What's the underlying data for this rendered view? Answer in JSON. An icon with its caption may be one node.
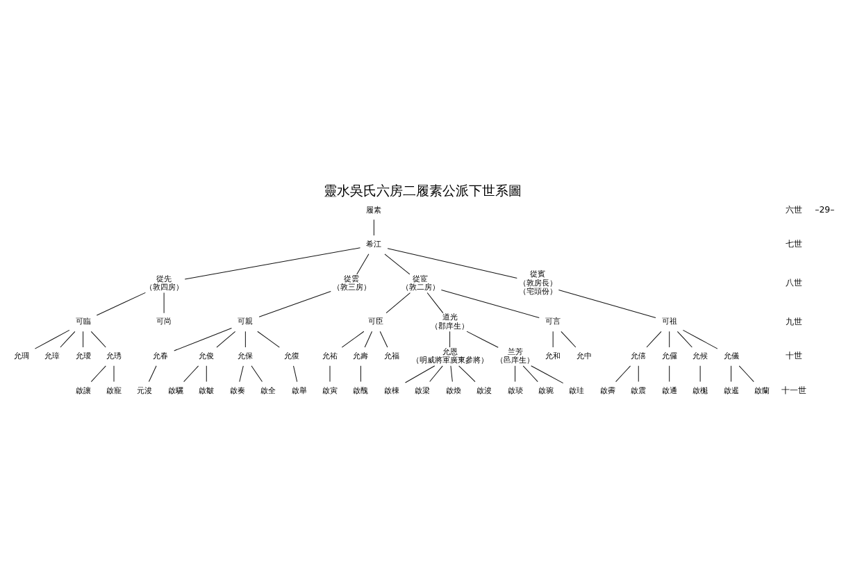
{
  "diagram": {
    "title": "靈水吳氏六房二履素公派下世系圖",
    "nodes": [
      {
        "text": [
          "履素"
        ]
      },
      {
        "text": [
          "希江"
        ]
      },
      {
        "text": [
          "從先",
          "（敦四房）"
        ]
      },
      {
        "text": [
          "從雲",
          "（敦三房）"
        ]
      },
      {
        "text": [
          "從宧",
          "（敦二房）"
        ]
      },
      {
        "text": [
          "從賓",
          "（敦房長）",
          "（宅頭份）"
        ]
      },
      {
        "text": [
          "可臨"
        ]
      },
      {
        "text": [
          "可尚"
        ]
      },
      {
        "text": [
          "可親"
        ]
      },
      {
        "text": [
          "可臣"
        ]
      },
      {
        "text": [
          "道光",
          "（郡庠生）"
        ]
      },
      {
        "text": [
          "可言"
        ]
      },
      {
        "text": [
          "可祖"
        ]
      },
      {
        "text": [
          "允琱"
        ]
      },
      {
        "text": [
          "允璋"
        ]
      },
      {
        "text": [
          "允璦"
        ]
      },
      {
        "text": [
          "允琇"
        ]
      },
      {
        "text": [
          "允春"
        ]
      },
      {
        "text": [
          "允俊"
        ]
      },
      {
        "text": [
          "允保"
        ]
      },
      {
        "text": [
          "允復"
        ]
      },
      {
        "text": [
          "允祐"
        ]
      },
      {
        "text": [
          "允壽"
        ]
      },
      {
        "text": [
          "允福"
        ]
      },
      {
        "text": [
          "允恩",
          "（明威將軍廣東參將）"
        ]
      },
      {
        "text": [
          "兰芳",
          "（邑庠生）"
        ]
      },
      {
        "text": [
          "允和"
        ]
      },
      {
        "text": [
          "允中"
        ]
      },
      {
        "text": [
          "允僖"
        ]
      },
      {
        "text": [
          "允儸"
        ]
      },
      {
        "text": [
          "允候"
        ]
      },
      {
        "text": [
          "允儀"
        ]
      },
      {
        "text": [
          "啟讓"
        ]
      },
      {
        "text": [
          "啟寵"
        ]
      },
      {
        "text": [
          "元浚"
        ]
      },
      {
        "text": [
          "啟驪"
        ]
      },
      {
        "text": [
          "啟皺"
        ]
      },
      {
        "text": [
          "啟奏"
        ]
      },
      {
        "text": [
          "啟全"
        ]
      },
      {
        "text": [
          "啟舉"
        ]
      },
      {
        "text": [
          "啟寅"
        ]
      },
      {
        "text": [
          "啟醜"
        ]
      },
      {
        "text": [
          "啟棟"
        ]
      },
      {
        "text": [
          "啟梁"
        ]
      },
      {
        "text": [
          "啟煥"
        ]
      },
      {
        "text": [
          "啟浚"
        ]
      },
      {
        "text": [
          "啟琰"
        ]
      },
      {
        "text": [
          "啟琬"
        ]
      },
      {
        "text": [
          "啟珪"
        ]
      },
      {
        "text": [
          "啟霽"
        ]
      },
      {
        "text": [
          "啟震"
        ]
      },
      {
        "text": [
          "啟通"
        ]
      },
      {
        "text": [
          "啟櫆"
        ]
      },
      {
        "text": [
          "啟暹"
        ]
      },
      {
        "text": [
          "啟蘭"
        ]
      }
    ],
    "edges": [
      {
        "from": 0,
        "to": 1,
        "arrow": "none"
      },
      {
        "from": 1,
        "to": 2,
        "arrow": "none"
      },
      {
        "from": 1,
        "to": 3,
        "arrow": "none"
      },
      {
        "from": 1,
        "to": 4,
        "arrow": "none"
      },
      {
        "from": 1,
        "to": 5,
        "arrow": "none"
      },
      {
        "from": 2,
        "to": 6,
        "arrow": "none"
      },
      {
        "from": 2,
        "to": 7,
        "arrow": "none"
      },
      {
        "from": 3,
        "to": 8,
        "arrow": "none"
      },
      {
        "from": 4,
        "to": 9,
        "arrow": "none"
      },
      {
        "from": 4,
        "to": 10,
        "arrow": "none"
      },
      {
        "from": 4,
        "to": 11,
        "arrow": "none"
      },
      {
        "from": 5,
        "to": 12,
        "arrow": "none"
      },
      {
        "from": 6,
        "to": 13,
        "arrow": "none"
      },
      {
        "from": 6,
        "to": 14,
        "arrow": "none"
      },
      {
        "from": 6,
        "to": 15,
        "arrow": "none"
      },
      {
        "from": 6,
        "to": 16,
        "arrow": "none"
      },
      {
        "from": 8,
        "to": 17,
        "arrow": "none"
      },
      {
        "from": 8,
        "to": 18,
        "arrow": "none"
      },
      {
        "from": 8,
        "to": 19,
        "arrow": "none"
      },
      {
        "from": 8,
        "to": 20,
        "arrow": "none"
      },
      {
        "from": 9,
        "to": 21,
        "arrow": "none"
      },
      {
        "from": 9,
        "to": 22,
        "arrow": "none"
      },
      {
        "from": 9,
        "to": 23,
        "arrow": "none"
      },
      {
        "from": 10,
        "to": 24,
        "arrow": "none"
      },
      {
        "from": 10,
        "to": 25,
        "arrow": "none"
      },
      {
        "from": 11,
        "to": 26,
        "arrow": "none"
      },
      {
        "from": 11,
        "to": 27,
        "arrow": "none"
      },
      {
        "from": 12,
        "to": 28,
        "arrow": "none"
      },
      {
        "from": 12,
        "to": 29,
        "arrow": "none"
      },
      {
        "from": 12,
        "to": 30,
        "arrow": "none"
      },
      {
        "from": 12,
        "to": 31,
        "arrow": "none"
      },
      {
        "from": 16,
        "to": 32,
        "arrow": "none"
      },
      {
        "from": 16,
        "to": 33,
        "arrow": "none"
      },
      {
        "from": 17,
        "to": 34,
        "arrow": "none"
      },
      {
        "from": 18,
        "to": 35,
        "arrow": "none"
      },
      {
        "from": 18,
        "to": 36,
        "arrow": "none"
      },
      {
        "from": 19,
        "to": 37,
        "arrow": "none"
      },
      {
        "from": 19,
        "to": 38,
        "arrow": "none"
      },
      {
        "from": 20,
        "to": 39,
        "arrow": "none"
      },
      {
        "from": 21,
        "to": 40,
        "arrow": "none"
      },
      {
        "from": 22,
        "to": 41,
        "arrow": "none"
      },
      {
        "from": 24,
        "to": 42,
        "arrow": "none"
      },
      {
        "from": 24,
        "to": 43,
        "arrow": "none"
      },
      {
        "from": 24,
        "to": 44,
        "arrow": "none"
      },
      {
        "from": 24,
        "to": 45,
        "arrow": "none"
      },
      {
        "from": 25,
        "to": 46,
        "arrow": "none"
      },
      {
        "from": 25,
        "to": 47,
        "arrow": "none"
      },
      {
        "from": 25,
        "to": 48,
        "arrow": "none"
      },
      {
        "from": 28,
        "to": 49,
        "arrow": "none"
      },
      {
        "from": 28,
        "to": 50,
        "arrow": "none"
      },
      {
        "from": 29,
        "to": 51,
        "arrow": "none"
      },
      {
        "from": 30,
        "to": 52,
        "arrow": "none"
      },
      {
        "from": 31,
        "to": 53,
        "arrow": "none"
      },
      {
        "from": 31,
        "to": 54,
        "arrow": "none"
      }
    ],
    "labels": [
      "六世",
      "七世",
      "八世",
      "九世",
      "十世",
      "十一世",
      "–29–"
    ]
  }
}
